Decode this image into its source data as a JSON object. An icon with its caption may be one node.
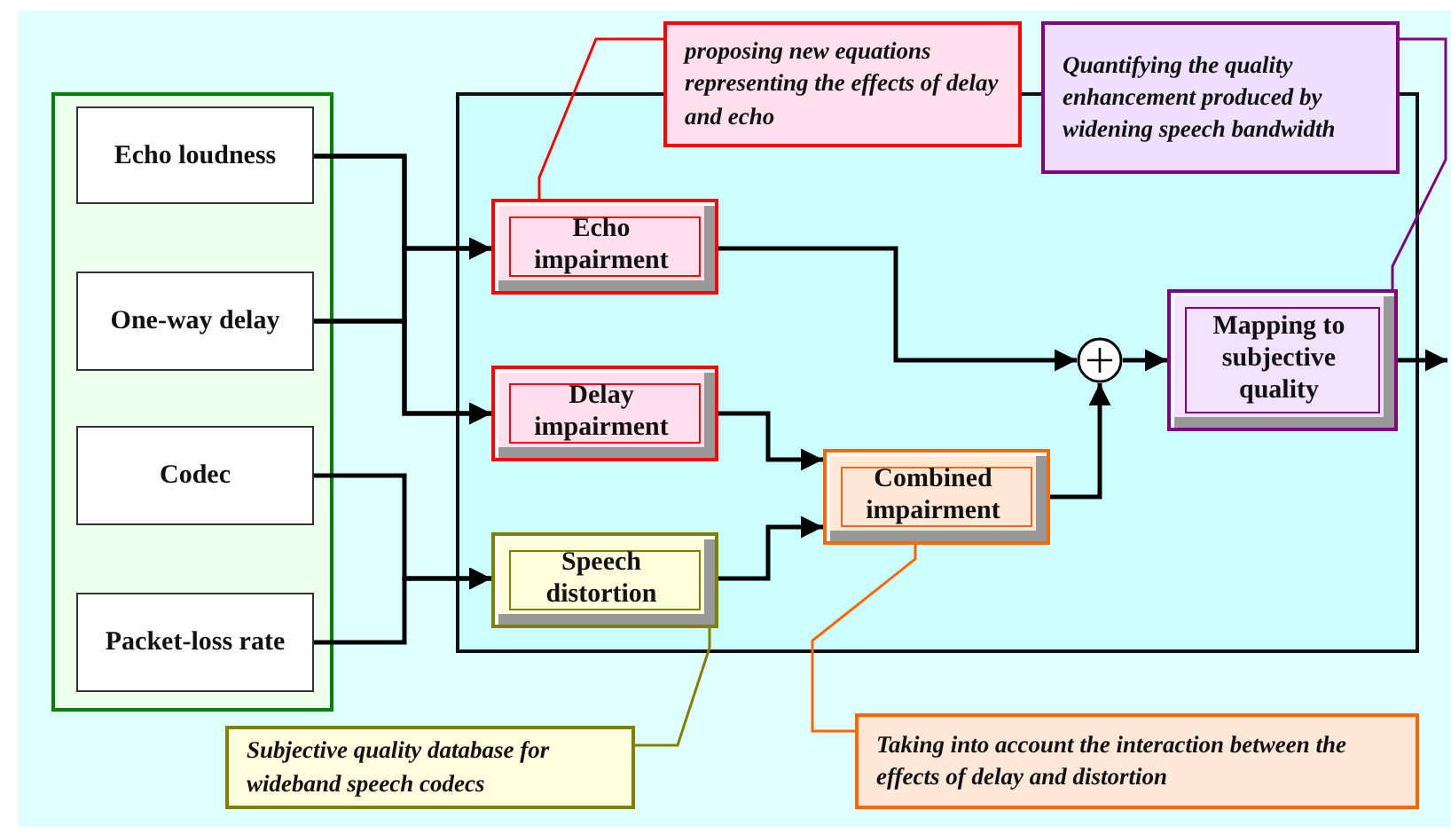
{
  "diagram": {
    "nodes": [
      {
        "text": [],
        "shape": "box"
      },
      {
        "text": [
          "Echo loudness"
        ],
        "in": 0
      },
      {
        "text": [
          "One-way delay"
        ],
        "in": 0
      },
      {
        "text": [
          "Codec"
        ],
        "in": 0
      },
      {
        "text": [
          "Packet-loss rate"
        ],
        "in": 0
      },
      {
        "text": [],
        "shape": "box"
      },
      {
        "text": [
          "Echo impairment"
        ],
        "in": 5
      },
      {
        "text": [
          "Delay impairment"
        ],
        "in": 5
      },
      {
        "text": [
          "Speech distortion"
        ],
        "in": 5
      },
      {
        "text": [
          "Combined impairment"
        ],
        "in": 5
      },
      {
        "text": [],
        "shape": "circle",
        "in": 5
      },
      {
        "text": [
          "Mapping to subjective quality"
        ],
        "in": 5
      },
      {
        "text": [
          "proposing new equations representing the effects of delay and echo"
        ]
      },
      {
        "text": [
          "Quantifying the quality enhancement produced by widening speech bandwidth"
        ]
      },
      {
        "text": [
          "Subjective quality database for wideband speech codecs"
        ]
      },
      {
        "text": [
          "Taking into account the interaction between the effects of delay and distortion"
        ]
      }
    ],
    "edges": [
      {
        "from": 1,
        "to": 6,
        "arrow": "to"
      },
      {
        "from": 1,
        "to": 7,
        "arrow": "to"
      },
      {
        "from": 2,
        "to": 6,
        "arrow": "to"
      },
      {
        "from": 2,
        "to": 7,
        "arrow": "to"
      },
      {
        "from": 3,
        "to": 8,
        "arrow": "to"
      },
      {
        "from": 4,
        "to": 8,
        "arrow": "to"
      },
      {
        "from": 6,
        "to": 10,
        "arrow": "to"
      },
      {
        "from": 7,
        "to": 9,
        "arrow": "to"
      },
      {
        "from": 8,
        "to": 9,
        "arrow": "to"
      },
      {
        "from": 9,
        "to": 10,
        "arrow": "to"
      },
      {
        "from": 10,
        "to": 11,
        "arrow": "to"
      },
      {
        "from": 11,
        "to": null,
        "arrow": "to"
      },
      {
        "from": 12,
        "to": 6,
        "arrow": "none",
        "color": "#ff0000"
      },
      {
        "from": 13,
        "to": 11,
        "arrow": "none",
        "color": "#800080"
      },
      {
        "from": 14,
        "to": 8,
        "arrow": "none",
        "color": "#808000"
      },
      {
        "from": 15,
        "to": 9,
        "arrow": "none",
        "color": "#ff6600"
      }
    ]
  }
}
